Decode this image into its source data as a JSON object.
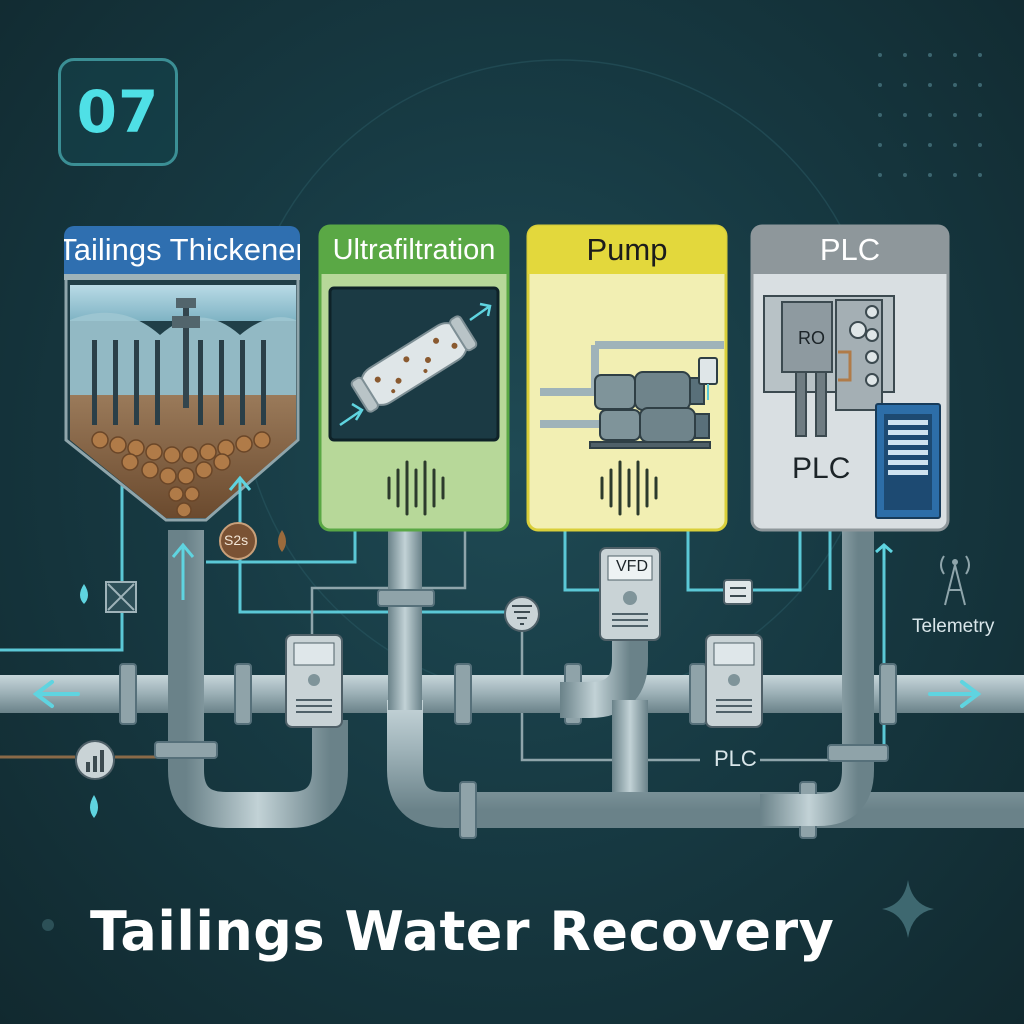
{
  "step_number": "07",
  "title": "Tailings Water Recovery",
  "panels": [
    {
      "label": "Tailings Thickener",
      "color": "#2f6fb0"
    },
    {
      "label": "Ultrafiltration",
      "color": "#5aa845"
    },
    {
      "label": "Pump",
      "color": "#e3d83c"
    },
    {
      "label": "PLC",
      "color": "#8e979b"
    }
  ],
  "plc_panel": {
    "relay_label": "RO",
    "body_label": "PLC"
  },
  "sensor_label": "S2s",
  "vfd_label": "VFD",
  "bottom_plc_label": "PLC",
  "telemetry_label": "Telemetry",
  "colors": {
    "accent": "#4fe0e6",
    "pipe": "#9fb3b9",
    "line": "#5bc8d6"
  }
}
